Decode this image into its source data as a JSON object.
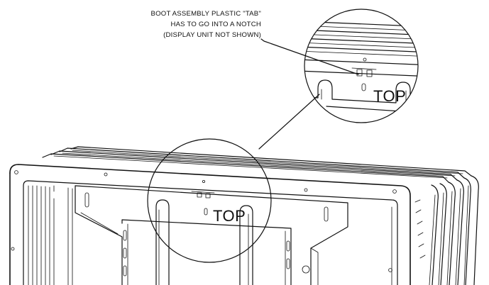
{
  "callout": {
    "line1": "BOOT ASSEMBLY PLASTIC \"TAB\"",
    "line2": "HAS TO GO INTO A NOTCH",
    "line3": "(DISPLAY UNIT NOT SHOWN)"
  },
  "labels": {
    "top_main": "TOP",
    "top_detail": "TOP"
  }
}
